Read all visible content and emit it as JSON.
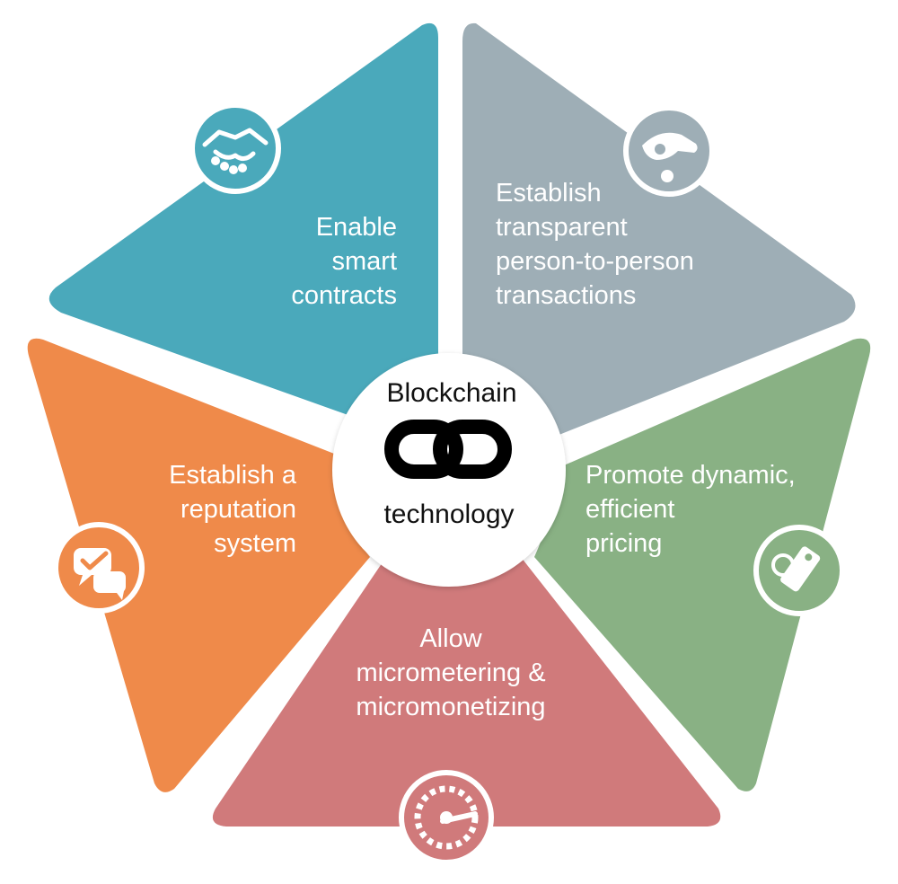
{
  "center": {
    "line1": "Blockchain",
    "line2": "technology",
    "icon": "chain-link-icon"
  },
  "segments": [
    {
      "id": "smart-contracts",
      "color": "#4aa9bb",
      "icon": "handshake-icon",
      "lines": [
        "Enable",
        "smart",
        "contracts"
      ]
    },
    {
      "id": "p2p-transactions",
      "color": "#9eaeb6",
      "icon": "hand-giving-icon",
      "lines": [
        "Establish",
        "transparent",
        "person-to-person",
        "transactions"
      ]
    },
    {
      "id": "dynamic-pricing",
      "color": "#89b184",
      "icon": "price-tag-icon",
      "lines": [
        "Promote dynamic,",
        "efficient",
        "pricing"
      ]
    },
    {
      "id": "micrometering",
      "color": "#d07a7b",
      "icon": "speedometer-icon",
      "lines": [
        "Allow",
        "micrometering &",
        "micromonetizing"
      ]
    },
    {
      "id": "reputation",
      "color": "#ef8a4a",
      "icon": "chat-check-icon",
      "lines": [
        "Establish a",
        "reputation",
        "system"
      ]
    }
  ]
}
